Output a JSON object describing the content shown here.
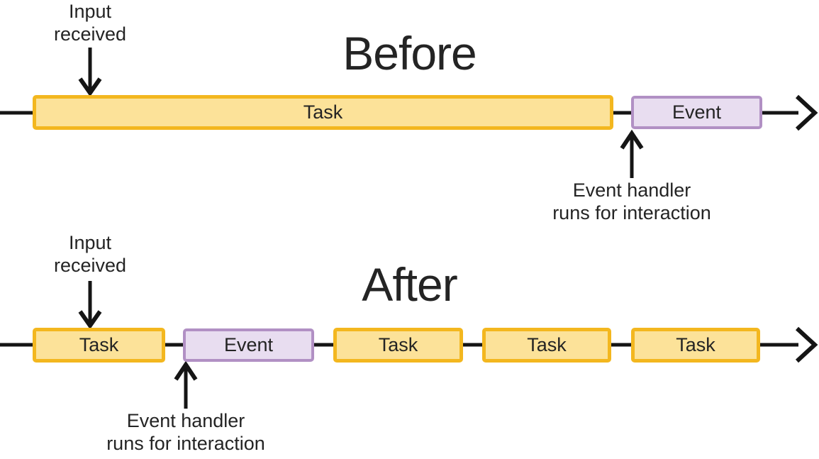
{
  "theme": {
    "background": "#ffffff",
    "text_color": "#242424",
    "line_color": "#151515",
    "task_fill": "#FCE299",
    "task_border": "#F3B71F",
    "event_fill": "#E8DDF0",
    "event_border": "#B190C4"
  },
  "sections": [
    {
      "title": "Before",
      "input_label": [
        "Input",
        "received"
      ],
      "handler_label": [
        "Event handler",
        "runs for interaction"
      ],
      "blocks": [
        {
          "label": "Task",
          "type": "task"
        },
        {
          "label": "Event",
          "type": "event"
        }
      ]
    },
    {
      "title": "After",
      "input_label": [
        "Input",
        "received"
      ],
      "handler_label": [
        "Event handler",
        "runs for interaction"
      ],
      "blocks": [
        {
          "label": "Task",
          "type": "task"
        },
        {
          "label": "Event",
          "type": "event"
        },
        {
          "label": "Task",
          "type": "task"
        },
        {
          "label": "Task",
          "type": "task"
        },
        {
          "label": "Task",
          "type": "task"
        }
      ]
    }
  ]
}
